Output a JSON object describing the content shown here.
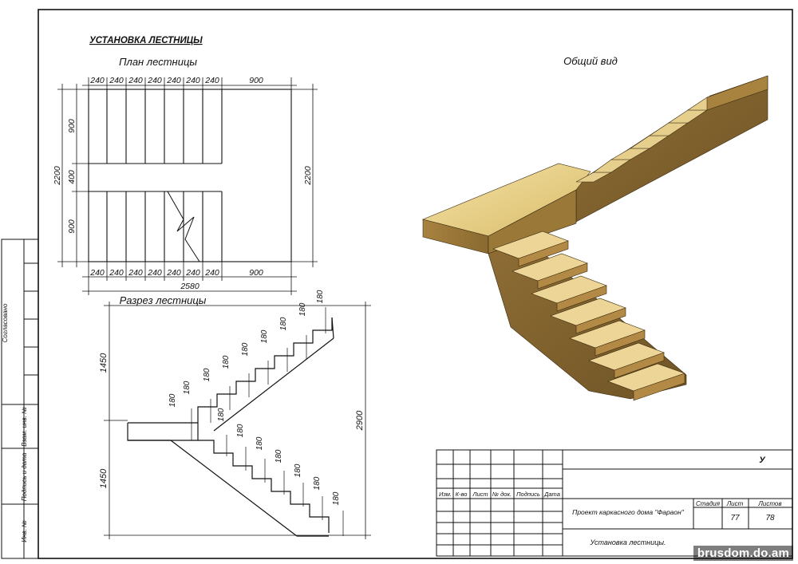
{
  "title": "УСТАНОВКА ЛЕСТНИЦЫ",
  "plan": {
    "title": "План лестницы",
    "top_dims": [
      "240",
      "240",
      "240",
      "240",
      "240",
      "240",
      "240",
      "900"
    ],
    "bottom_dims": [
      "240",
      "240",
      "240",
      "240",
      "240",
      "240",
      "240",
      "900"
    ],
    "left_dims": [
      "900",
      "400",
      "900"
    ],
    "left_total": "2200",
    "right_total": "2200",
    "overall": "2580"
  },
  "section": {
    "title": "Разрез лестницы",
    "riser": "180",
    "left_dims": [
      "1450",
      "1450"
    ],
    "right_total": "2900"
  },
  "view": {
    "title": "Общий вид"
  },
  "stamp": {
    "code": "У",
    "headers": [
      "Изм.",
      "К-во",
      "Лист",
      "№ док.",
      "Подпись",
      "Дата"
    ],
    "project": "Проект каркасного дома \"Фараон\"",
    "stage_label": "Стадия",
    "sheet_label": "Лист",
    "sheets_label": "Листов",
    "sheet": "77",
    "sheets": "78",
    "name": "Установка лестницы."
  },
  "side_labels": [
    "Согласовано",
    "Взам. инв. №",
    "Подпись и дата",
    "Инв. №"
  ],
  "watermark": "brusdom.do.am"
}
